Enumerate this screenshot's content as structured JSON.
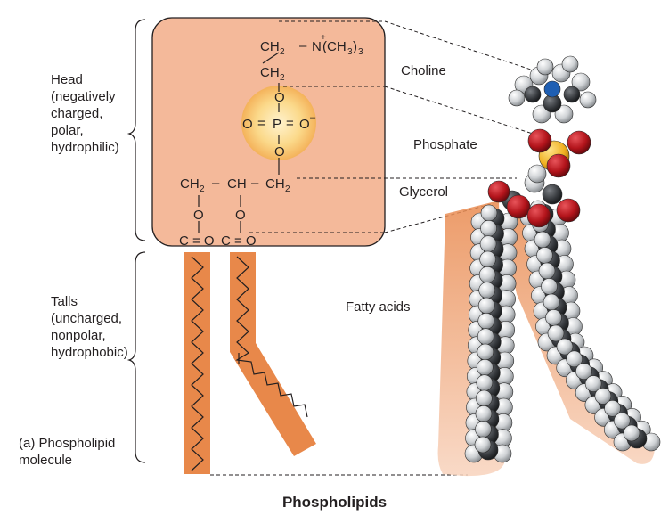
{
  "title": "Phospholipids",
  "head_label": "Head\n(negatively\ncharged,\npolar,\nhydrophilic)",
  "tails_label": "Talls\n(uncharged,\nnonpolar,\nhydrophobic)",
  "molecule_label": "(a) Phospholipid\nmolecule",
  "regions": {
    "choline": "Choline",
    "phosphate": "Phosphate",
    "glycerol": "Glycerol",
    "fatty_acids": "Fatty acids"
  },
  "formula": {
    "choline_ch2": "CH",
    "choline_sub2": "2",
    "choline_dash": "–",
    "choline_n": "N",
    "choline_plus": "+",
    "choline_group": "(CH",
    "choline_sub3": "3",
    "choline_close": ")",
    "choline_sub3b": "3",
    "ch2_second": "CH",
    "ch2_second_sub": "2",
    "o_upper": "O",
    "p": "P",
    "o_left": "O",
    "o_right": "O",
    "o_minus": "–",
    "eq_left": "=",
    "eq_right": "=",
    "o_lower": "O",
    "glycerol_ch2a": "CH",
    "glycerol_sub_a": "2",
    "glycerol_ch": "CH",
    "glycerol_ch2b": "CH",
    "glycerol_sub_b": "2",
    "dash1": "–",
    "dash2": "–",
    "ester_o1": "O",
    "ester_o2": "O",
    "carbonyl1": "C = O",
    "carbonyl2": "C = O"
  },
  "colors": {
    "head_box": "#f4b99a",
    "tail": "#e8884a",
    "phosphate_glow": "#f7c96a",
    "oxygen": "#b3141b",
    "phosphorus": "#f0b020",
    "carbon": "#3a3d40",
    "hydrogen": "#d9dbdd",
    "nitrogen": "#1f5fb3"
  }
}
